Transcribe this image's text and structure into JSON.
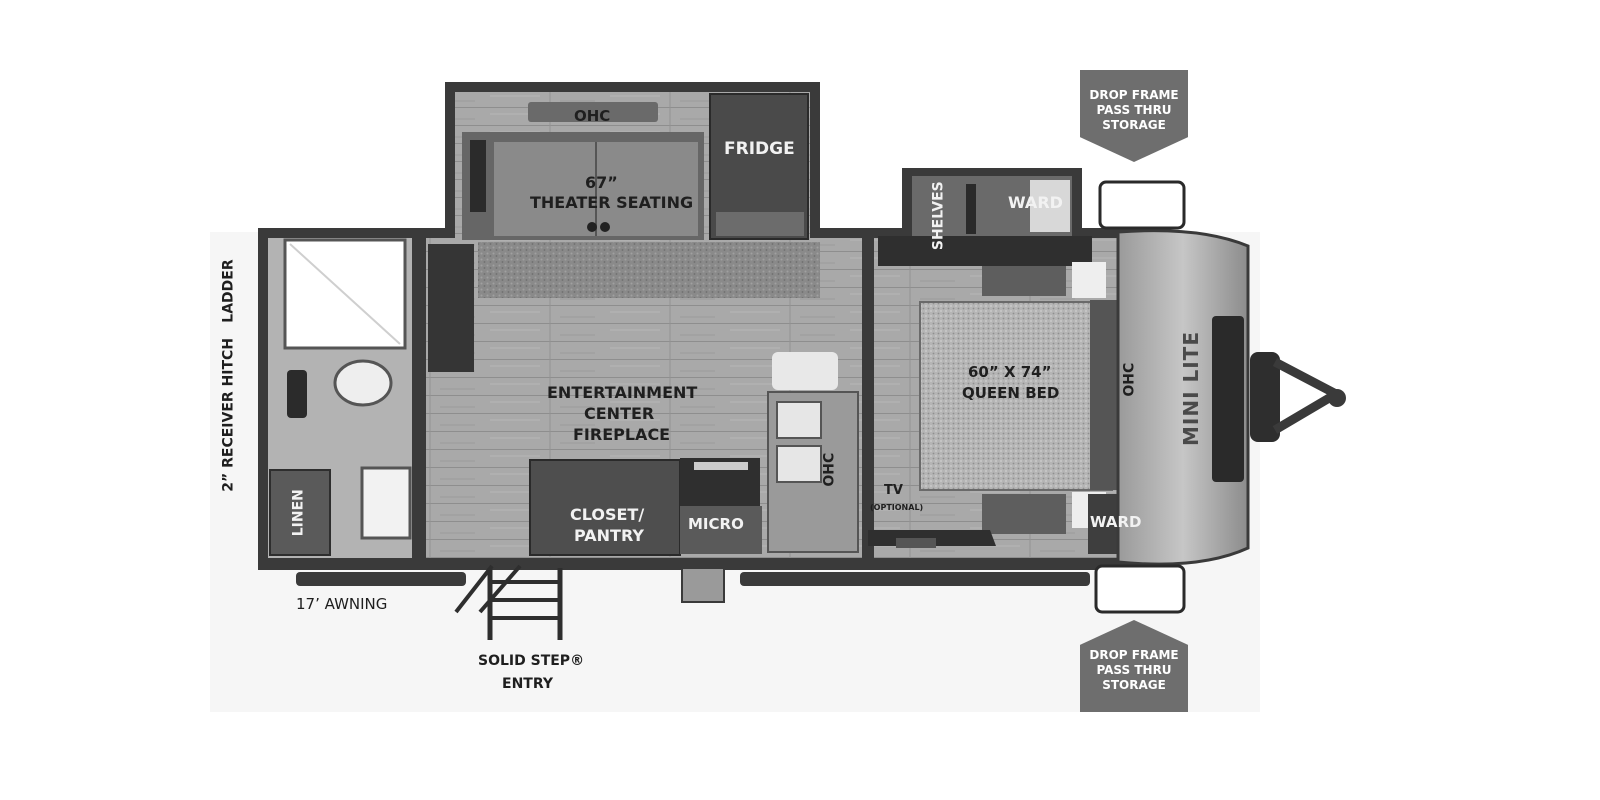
{
  "floorplan": {
    "labels": {
      "ohc_top": "OHC",
      "fridge": "FRIDGE",
      "theater_size": "67”",
      "theater": "THEATER SEATING",
      "shelves": "SHELVES",
      "ward_top": "WARD",
      "ladder": "LADDER",
      "hitch": "2” RECEIVER HITCH",
      "linen": "LINEN",
      "entertainment_1": "ENTERTAINMENT",
      "entertainment_2": "CENTER",
      "entertainment_3": "FIREPLACE",
      "closet_1": "CLOSET/",
      "closet_2": "PANTRY",
      "micro": "MICRO",
      "ohc_kitchen": "OHC",
      "tv": "TV",
      "tv_optional": "(OPTIONAL)",
      "bed_size": "60” X 74”",
      "bed": "QUEEN BED",
      "ohc_front": "OHC",
      "ward_front": "WARD",
      "awning": "17’ AWNING",
      "step_1": "SOLID STEP®",
      "step_2": "ENTRY",
      "logo": "MINI LITE"
    },
    "badges": {
      "top": "DROP FRAME\nPASS THRU\nSTORAGE",
      "bottom": "DROP FRAME\nPASS THRU\nSTORAGE"
    }
  }
}
